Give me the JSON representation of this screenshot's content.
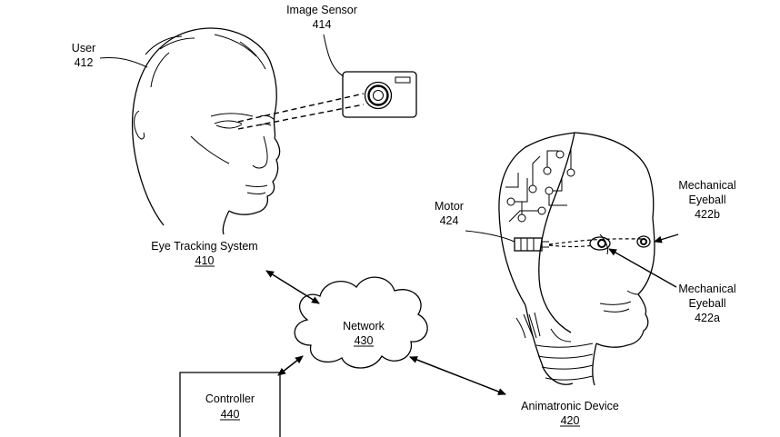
{
  "labels": {
    "user": {
      "name": "User",
      "ref": "412"
    },
    "image_sensor": {
      "name": "Image Sensor",
      "ref": "414"
    },
    "eye_tracking_system": {
      "name": "Eye Tracking System",
      "ref": "410"
    },
    "network": {
      "name": "Network",
      "ref": "430"
    },
    "controller": {
      "name": "Controller",
      "ref": "440"
    },
    "animatronic_device": {
      "name": "Animatronic Device",
      "ref": "420"
    },
    "motor": {
      "name": "Motor",
      "ref": "424"
    },
    "eyeball_b": {
      "line1": "Mechanical",
      "line2": "Eyeball",
      "ref": "422b"
    },
    "eyeball_a": {
      "line1": "Mechanical",
      "line2": "Eyeball",
      "ref": "422a"
    }
  },
  "icons": [
    "human-head-icon",
    "camera-icon",
    "cloud-icon",
    "animatronic-head-icon",
    "motor-icon",
    "mechanical-eyeball-icon"
  ]
}
